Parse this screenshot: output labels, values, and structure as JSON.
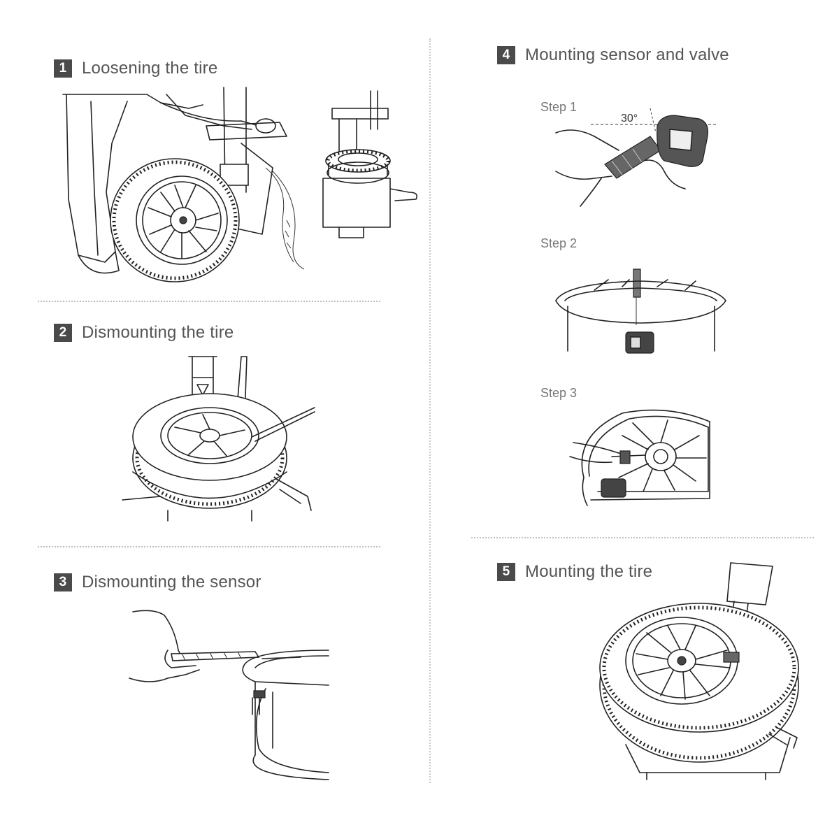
{
  "sections": [
    {
      "number": "1",
      "title": "Loosening the tire"
    },
    {
      "number": "2",
      "title": "Dismounting the tire"
    },
    {
      "number": "3",
      "title": "Dismounting the sensor"
    },
    {
      "number": "4",
      "title": "Mounting sensor and valve"
    },
    {
      "number": "5",
      "title": "Mounting the tire"
    }
  ],
  "steps": [
    "Step 1",
    "Step 2",
    "Step 3"
  ],
  "angle_label": "30°"
}
